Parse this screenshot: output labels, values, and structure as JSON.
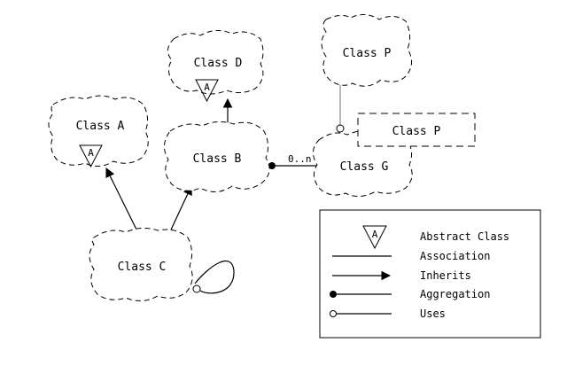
{
  "classes": {
    "a": "Class A",
    "b": "Class B",
    "c": "Class C",
    "d": "Class D",
    "g": "Class G",
    "p_top": "Class P",
    "p_box": "Class P"
  },
  "abstract_marker": "A",
  "multiplicity": "0..n",
  "legend": {
    "abstract": "Abstract Class",
    "association": "Association",
    "inherits": "Inherits",
    "aggregation": "Aggregation",
    "uses": "Uses"
  },
  "colors": {
    "line": "#000000",
    "uses_line": "#888888",
    "background": "#ffffff"
  }
}
